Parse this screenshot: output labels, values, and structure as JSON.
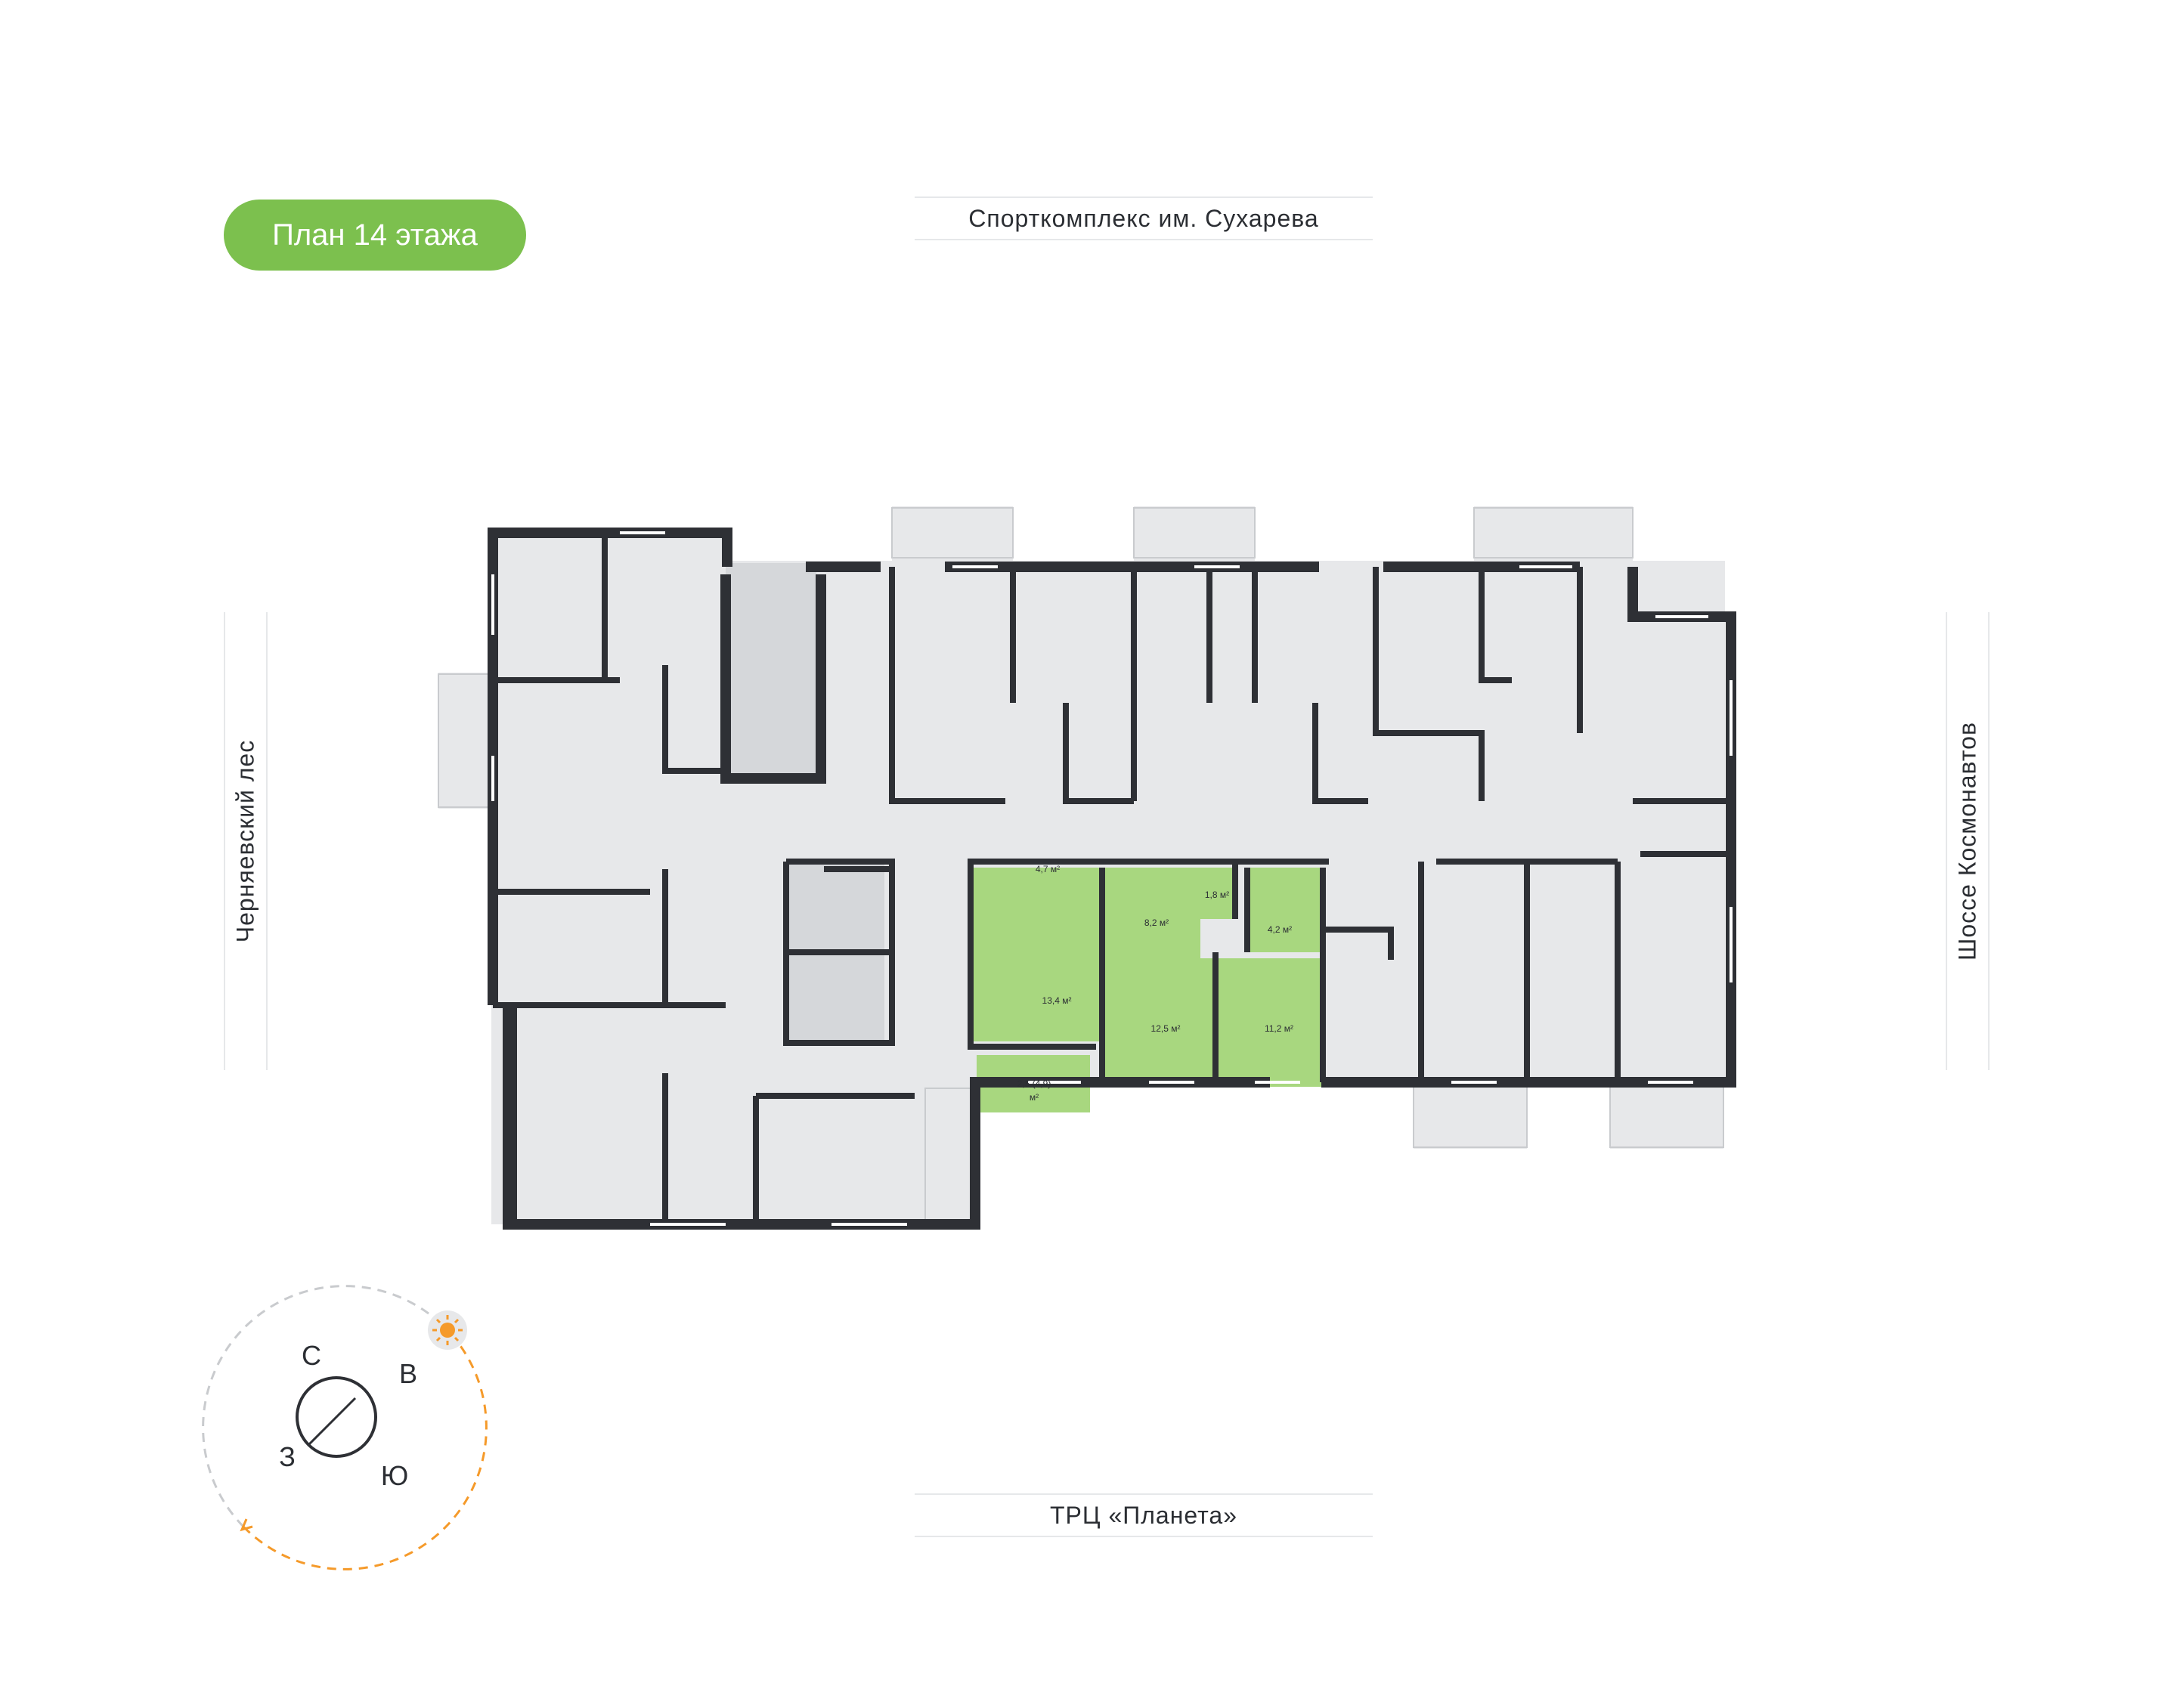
{
  "floor_label": "План 14 этажа",
  "surroundings": {
    "north": "Спорткомплекс им. Сухарева",
    "south": "ТРЦ «Планета»",
    "west": "Черняевский лес",
    "east": "Шоссе Космонавтов"
  },
  "compass": {
    "n": "С",
    "e": "В",
    "s": "Ю",
    "w": "З"
  },
  "selected_apartment": {
    "rooms": [
      {
        "id": "kitchen",
        "area": "4,7 м²"
      },
      {
        "id": "living",
        "area": "13,4 м²"
      },
      {
        "id": "hall",
        "area": "8,2 м²"
      },
      {
        "id": "wc",
        "area": "1,8 м²"
      },
      {
        "id": "bath",
        "area": "4,2 м²"
      },
      {
        "id": "bedroom-1",
        "area": "12,5 м²"
      },
      {
        "id": "bedroom-2",
        "area": "11,2 м²"
      },
      {
        "id": "balcony",
        "area": "2,5 (4,9)",
        "area_unit": "м²"
      }
    ]
  },
  "colors": {
    "accent": "#7cc04e",
    "room_fill": "#a8d77f",
    "floor_fill": "#e7e8ea",
    "wall": "#2e3035",
    "sun": "#f59a2a"
  }
}
